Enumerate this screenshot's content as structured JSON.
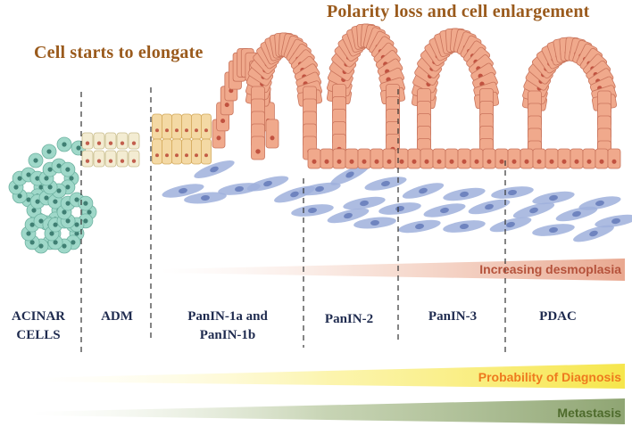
{
  "headings": {
    "polarity": "Polarity loss and cell enlargement",
    "elongate": "Cell starts to elongate"
  },
  "stages": {
    "acinar": "ACINAR CELLS",
    "adm": "ADM",
    "panin1": "PanIN-1a and PanIN-1b",
    "panin2": "PanIN-2",
    "panin3": "PanIN-3",
    "pdac": "PDAC"
  },
  "bars": {
    "desmoplasia": {
      "label": "Increasing desmoplasia",
      "color": "#b5523b"
    },
    "diagnosis": {
      "label": "Probability of Diagnosis",
      "color": "#ee7a1e"
    },
    "metastasis": {
      "label": "Metastasis",
      "color": "#4e6b2c"
    }
  },
  "colors": {
    "acinar_cells": "#9fd8c9",
    "adm_cells": "#f3ecd2",
    "panin1_cells": "#f4d9a4",
    "panin_cells": "#f0a98c",
    "stroma": "#9fb0dc",
    "nucleus": "#b53c2d"
  }
}
